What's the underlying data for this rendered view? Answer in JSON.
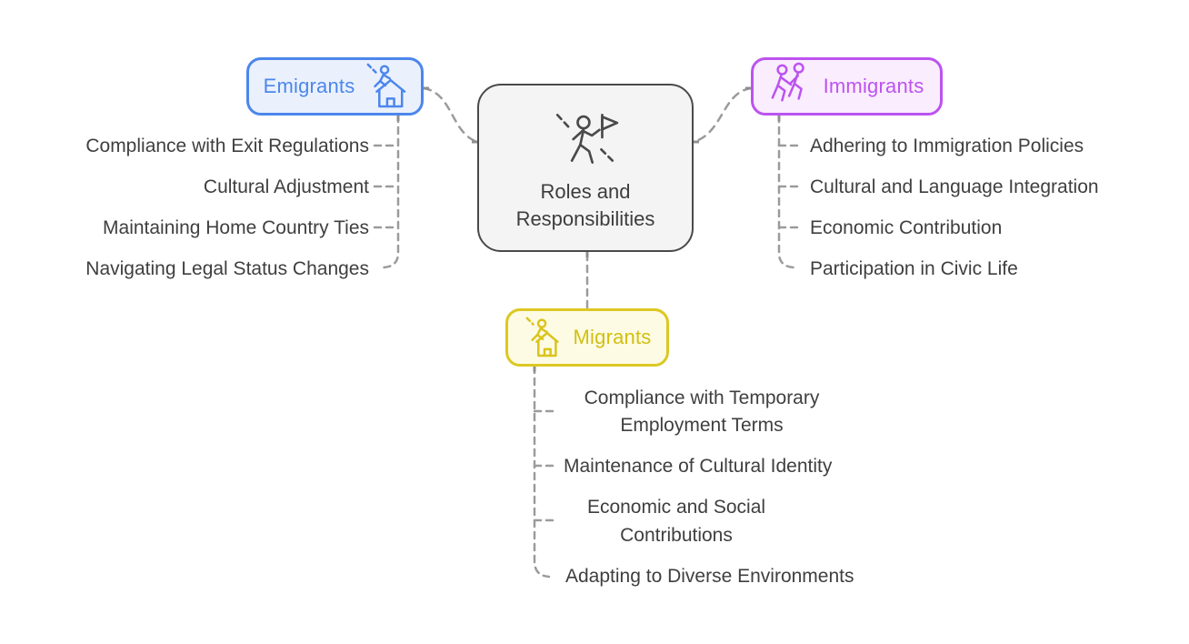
{
  "center_node": {
    "icon": "person-with-flag-icon",
    "label_line1": "Roles and",
    "label_line2": "Responsibilities"
  },
  "branches": {
    "emigrants": {
      "label": "Emigrants",
      "icon": "person-leaving-home-icon",
      "accent_color": "#4c86ec",
      "fill_color": "#eaf1fd",
      "items": [
        "Compliance with Exit Regulations",
        "Cultural Adjustment",
        "Maintaining Home Country Ties",
        "Navigating Legal Status Changes"
      ]
    },
    "immigrants": {
      "label": "Immigrants",
      "icon": "family-walking-icon",
      "accent_color": "#bc53ef",
      "fill_color": "#faedfe",
      "items": [
        "Adhering to Immigration Policies",
        "Cultural and Language Integration",
        "Economic Contribution",
        "Participation in Civic Life"
      ]
    },
    "migrants": {
      "label": "Migrants",
      "icon": "person-migrating-icon",
      "accent_color": "#dcc822",
      "fill_color": "#fdfbe3",
      "items": [
        "Compliance with Temporary Employment Terms",
        "Maintenance of Cultural Identity",
        "Economic and Social Contributions",
        "Adapting to Diverse Environments"
      ]
    }
  },
  "style": {
    "connector_color": "#9b9b9b",
    "center_border_color": "#4a4a4a",
    "center_fill_color": "#f4f4f4",
    "text_color": "#3f3f3f"
  }
}
